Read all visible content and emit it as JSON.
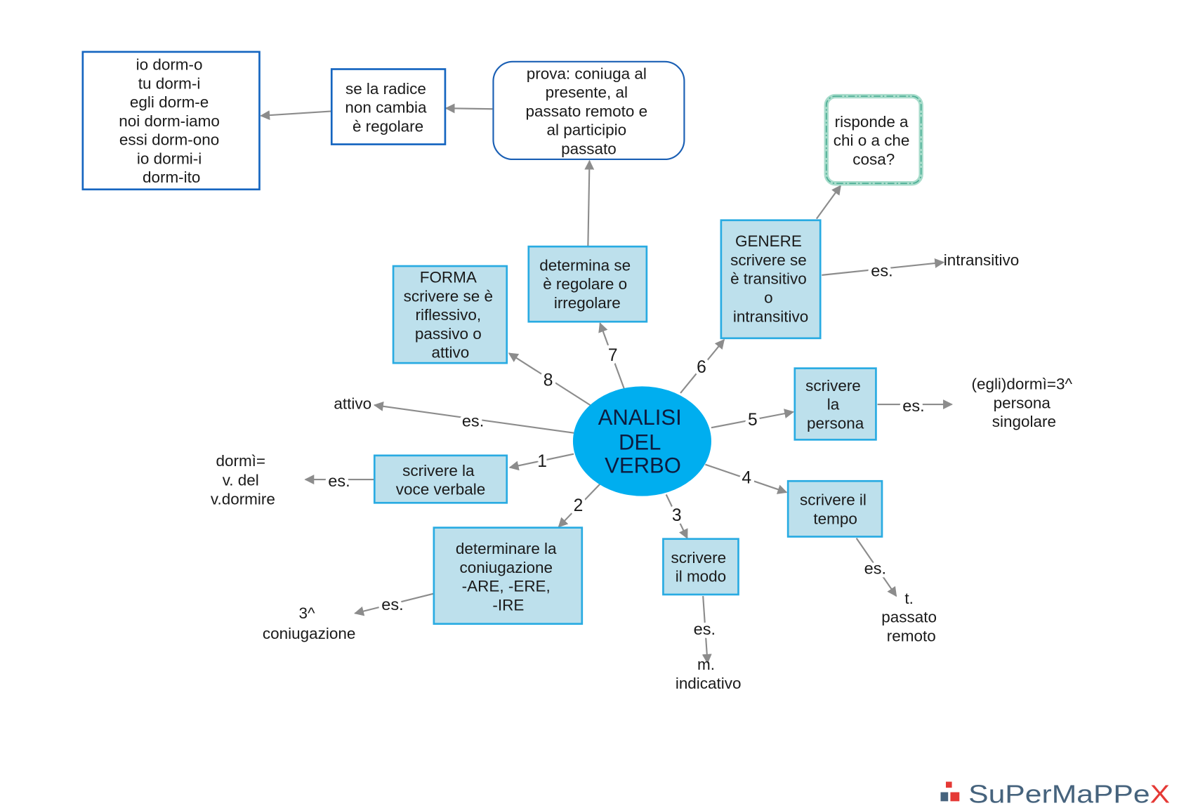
{
  "colors": {
    "node_fill": "#bde0ec",
    "node_border": "#29abe2",
    "center_fill": "#00aeef",
    "edge": "#8c8c8c",
    "outline_border": "#1565c0",
    "question_border": "#a8dccb",
    "question_dash": "#4cae95",
    "logo_main": "#46637d",
    "logo_accent": "#e53935"
  },
  "center": {
    "lines": [
      "ANALISI",
      "DEL",
      "VERBO"
    ]
  },
  "center_example": {
    "connector": "es.",
    "value": "attivo"
  },
  "branches": {
    "voce_verbale": {
      "step": "1",
      "lines": [
        "scrivere la",
        "voce verbale"
      ],
      "example_connector": "es.",
      "example": [
        "dormì=",
        "v. del",
        "v.dormire"
      ]
    },
    "coniugazione": {
      "step": "2",
      "lines": [
        "determinare la",
        "coniugazione",
        "-ARE, -ERE,",
        "-IRE"
      ],
      "example_connector": "es.",
      "example": [
        "3^",
        "coniugazione"
      ]
    },
    "modo": {
      "step": "3",
      "lines": [
        "scrivere",
        "il modo"
      ],
      "example_connector": "es.",
      "example": [
        "m.",
        "indicativo"
      ]
    },
    "tempo": {
      "step": "4",
      "lines": [
        "scrivere il",
        "tempo"
      ],
      "example_connector": "es.",
      "example": [
        "t.",
        "passato",
        "remoto"
      ]
    },
    "persona": {
      "step": "5",
      "lines": [
        "scrivere",
        "la",
        "persona"
      ],
      "example_connector": "es.",
      "example": [
        "(egli)dormì=3^",
        "persona",
        "singolare"
      ]
    },
    "genere": {
      "step": "6",
      "lines": [
        "GENERE",
        "scrivere se",
        "è transitivo",
        "o",
        "intransitivo"
      ],
      "example_connector": "es.",
      "example": [
        "intransitivo"
      ],
      "question": [
        "risponde a",
        "chi o a che",
        "cosa?"
      ]
    },
    "regolarita": {
      "step": "7",
      "lines": [
        "determina se",
        "è regolare o",
        "irregolare"
      ],
      "test": [
        "prova: coniuga al",
        "presente, al",
        "passato remoto e",
        "al participio",
        "passato"
      ],
      "rule": [
        "se la radice",
        "non cambia",
        "è regolare"
      ],
      "conjugation_example": [
        "io dorm-o",
        "tu dorm-i",
        "egli dorm-e",
        "noi dorm-iamo",
        "essi dorm-ono",
        "io dormi-i",
        "dorm-ito"
      ]
    },
    "forma": {
      "step": "8",
      "lines": [
        "FORMA",
        "scrivere se è",
        "riflessivo,",
        "passivo o",
        "attivo"
      ]
    }
  },
  "logo": {
    "name_main": "SuPerMaPPe",
    "name_end": "X"
  }
}
